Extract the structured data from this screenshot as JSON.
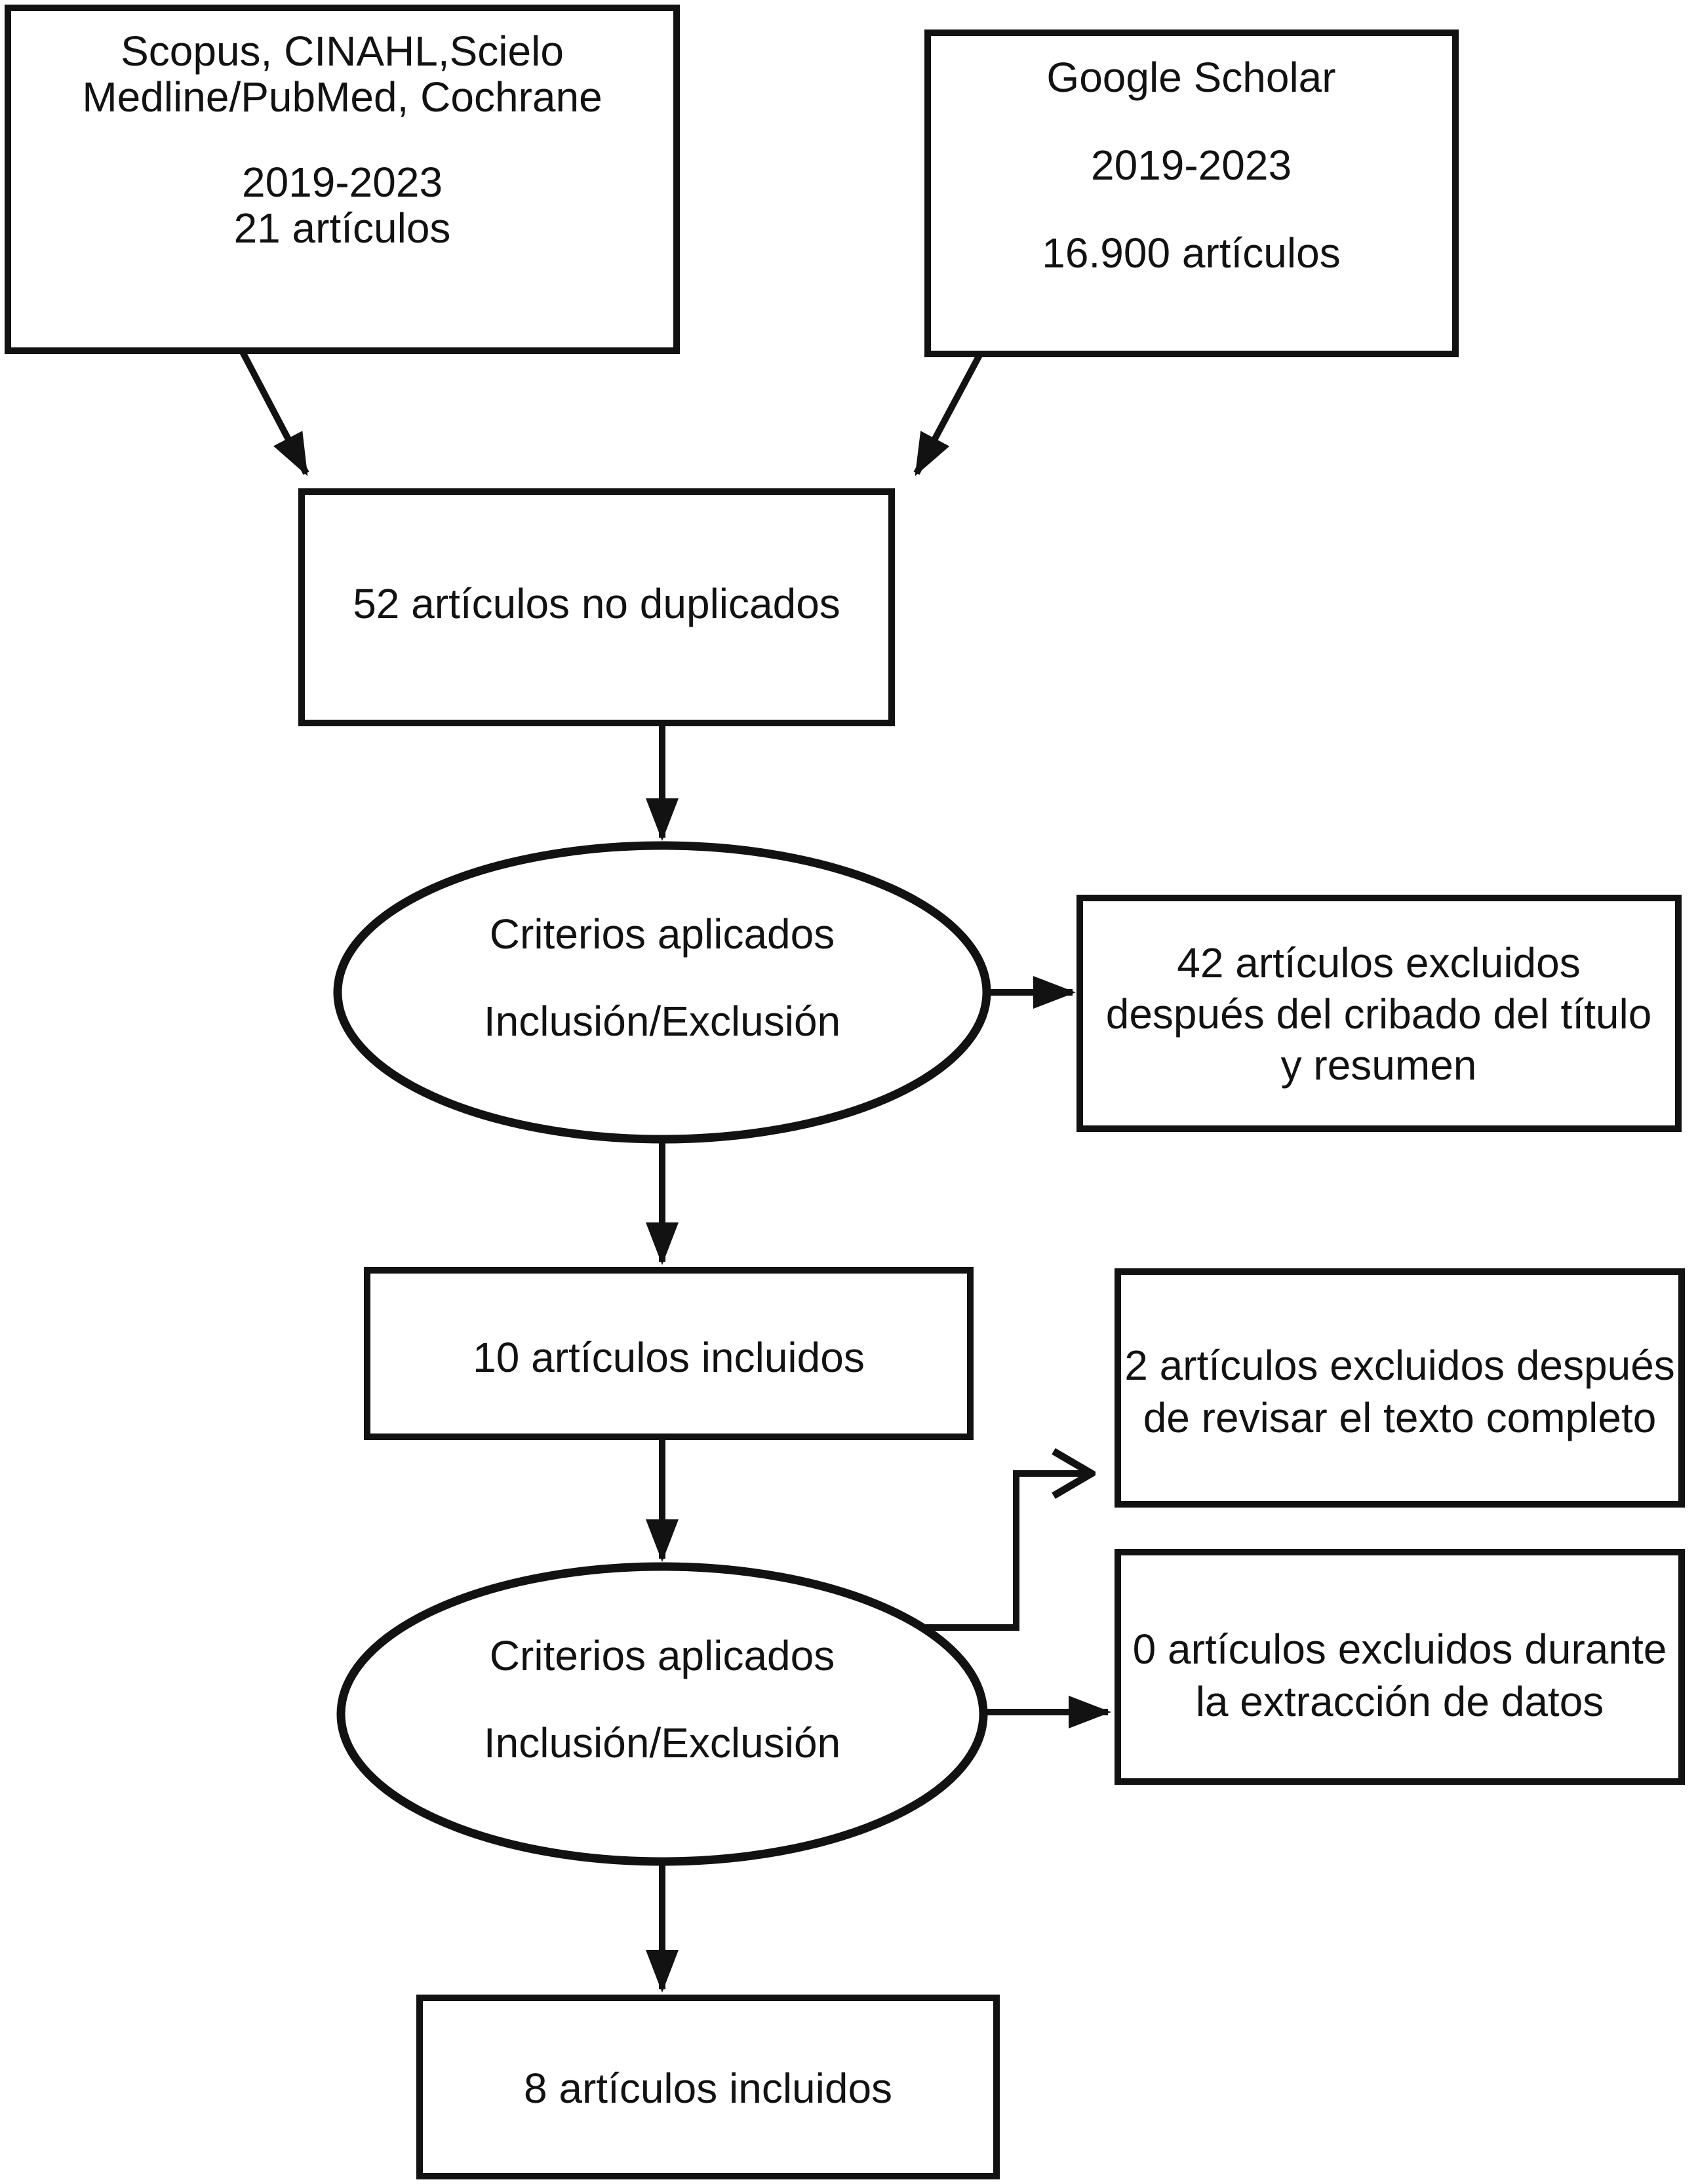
{
  "colors": {
    "ink": "#121212",
    "background": "#ffffff"
  },
  "nodes": {
    "databases": {
      "lines": [
        "Scopus, CINAHL,Scielo",
        "Medline/PubMed, Cochrane",
        "2019-2023",
        "21 artículos"
      ]
    },
    "google_scholar": {
      "lines": [
        "Google Scholar",
        "2019-2023",
        "16.900 artículos"
      ]
    },
    "deduplicated": {
      "lines": [
        "52 artículos no duplicados"
      ]
    },
    "criteria_first": {
      "lines": [
        "Criterios aplicados",
        "Inclusión/Exclusión"
      ]
    },
    "excluded_title_abstract": {
      "lines": [
        "42 artículos excluidos",
        "después del cribado del título",
        "y resumen"
      ]
    },
    "included_ten": {
      "lines": [
        "10 artículos incluidos"
      ]
    },
    "excluded_full_text": {
      "lines": [
        "2 artículos excluidos después",
        "de revisar el texto completo"
      ]
    },
    "criteria_second": {
      "lines": [
        "Criterios aplicados",
        "Inclusión/Exclusión"
      ]
    },
    "excluded_data_extraction": {
      "lines": [
        "0 artículos excluidos durante",
        "la extracción de datos"
      ]
    },
    "included_eight": {
      "lines": [
        "8 artículos incluidos"
      ]
    }
  }
}
